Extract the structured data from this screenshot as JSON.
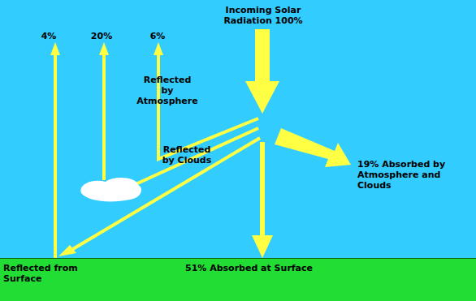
{
  "diagram": {
    "nodes": [
      {
        "text": [
          "Reflected from Surface",
          "51% Absorbed at Surface"
        ]
      }
    ],
    "labels": [
      "4%",
      "20%",
      "6%",
      "Incoming Solar Radiation 100%",
      "Reflected by Atmosphere",
      "Reflected by Clouds",
      "19% Absorbed by Atmosphere and Clouds"
    ]
  }
}
